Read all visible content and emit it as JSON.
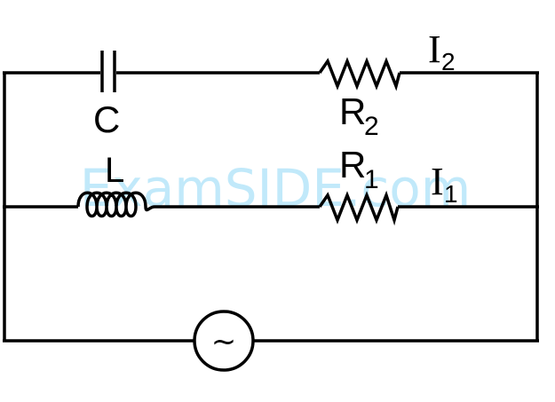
{
  "watermark": "ExamSIDE.com",
  "labels": {
    "capacitor": "C",
    "inductor": "L",
    "resistor_top": "R",
    "resistor_top_sub": "2",
    "resistor_mid": "R",
    "resistor_mid_sub": "1",
    "current_top": "I",
    "current_top_sub": "2",
    "current_mid": "I",
    "current_mid_sub": "1"
  },
  "source": {
    "symbol": "~"
  },
  "colors": {
    "wire": "#000000",
    "watermark": "#8fd8f6",
    "background": "#ffffff"
  }
}
